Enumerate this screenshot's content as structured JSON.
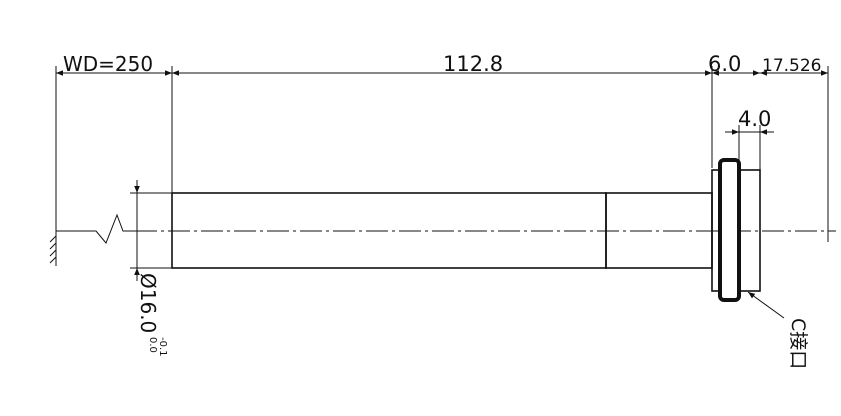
{
  "drawing": {
    "wd_label": "WD=250",
    "length_label": "112.8",
    "flange_label": "6.0",
    "back_label": "17.526",
    "thread_label": "4.0",
    "diameter_label": "Ø16.0",
    "tol_upper": "0.0",
    "tol_lower": "-0.1",
    "mount_label": "C接口"
  },
  "colors": {
    "line": "#111111",
    "background": "#ffffff"
  }
}
